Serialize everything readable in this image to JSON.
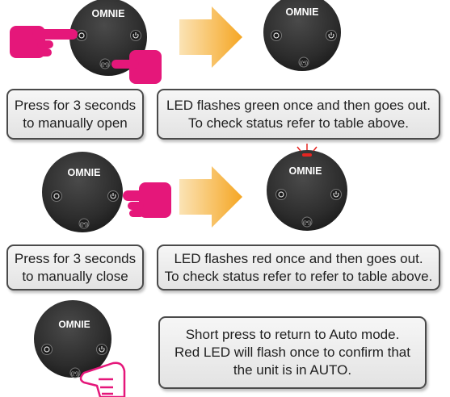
{
  "device": {
    "brand": "OMNIE"
  },
  "steps": [
    {
      "instruction_lines": [
        "Press for 3 seconds",
        "to manually open"
      ],
      "result_lines": [
        "LED flashes green once and then goes out.",
        "To check status refer to table above."
      ]
    },
    {
      "instruction_lines": [
        "Press for 3 seconds",
        "to manually close"
      ],
      "result_lines": [
        "LED flashes red once and then goes out.",
        "To check status refer to refer to table above."
      ]
    },
    {
      "result_lines": [
        "Short press to return to Auto mode.",
        "Red LED will flash once to confirm that",
        "the unit is in AUTO."
      ]
    }
  ],
  "colors": {
    "pointer": "#e5177a",
    "arrow": "#f7b330",
    "led_red": "#e52521",
    "device_body": "#2f2f2f"
  }
}
